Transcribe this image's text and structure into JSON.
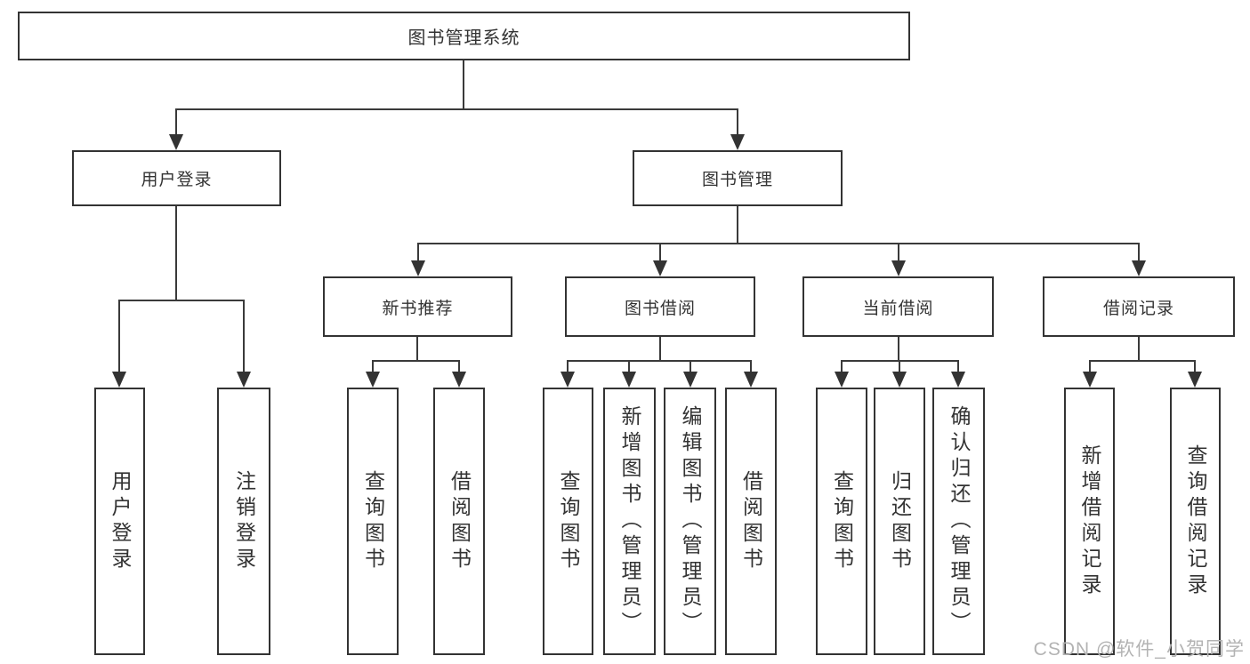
{
  "tree": {
    "root": {
      "label": "图书管理系统",
      "children": [
        {
          "label": "用户登录",
          "children": [
            {
              "label": "用户登录"
            },
            {
              "label": "注销登录"
            }
          ]
        },
        {
          "label": "图书管理",
          "children": [
            {
              "label": "新书推荐",
              "children": [
                {
                  "label": "查询图书"
                },
                {
                  "label": "借阅图书"
                }
              ]
            },
            {
              "label": "图书借阅",
              "children": [
                {
                  "label": "查询图书"
                },
                {
                  "label": "新增图书（管理员）"
                },
                {
                  "label": "编辑图书（管理员）"
                },
                {
                  "label": "借阅图书"
                }
              ]
            },
            {
              "label": "当前借阅",
              "children": [
                {
                  "label": "查询图书"
                },
                {
                  "label": "归还图书"
                },
                {
                  "label": "确认归还（管理员）"
                }
              ]
            },
            {
              "label": "借阅记录",
              "children": [
                {
                  "label": "新增借阅记录"
                },
                {
                  "label": "查询借阅记录"
                }
              ]
            }
          ]
        }
      ]
    }
  },
  "watermark": {
    "text": "CSDN @软件_小贺同学"
  },
  "colors": {
    "line": "#333333",
    "box_border": "#333333",
    "text": "#333333",
    "watermark": "#b3b3b3",
    "background": "#ffffff"
  }
}
